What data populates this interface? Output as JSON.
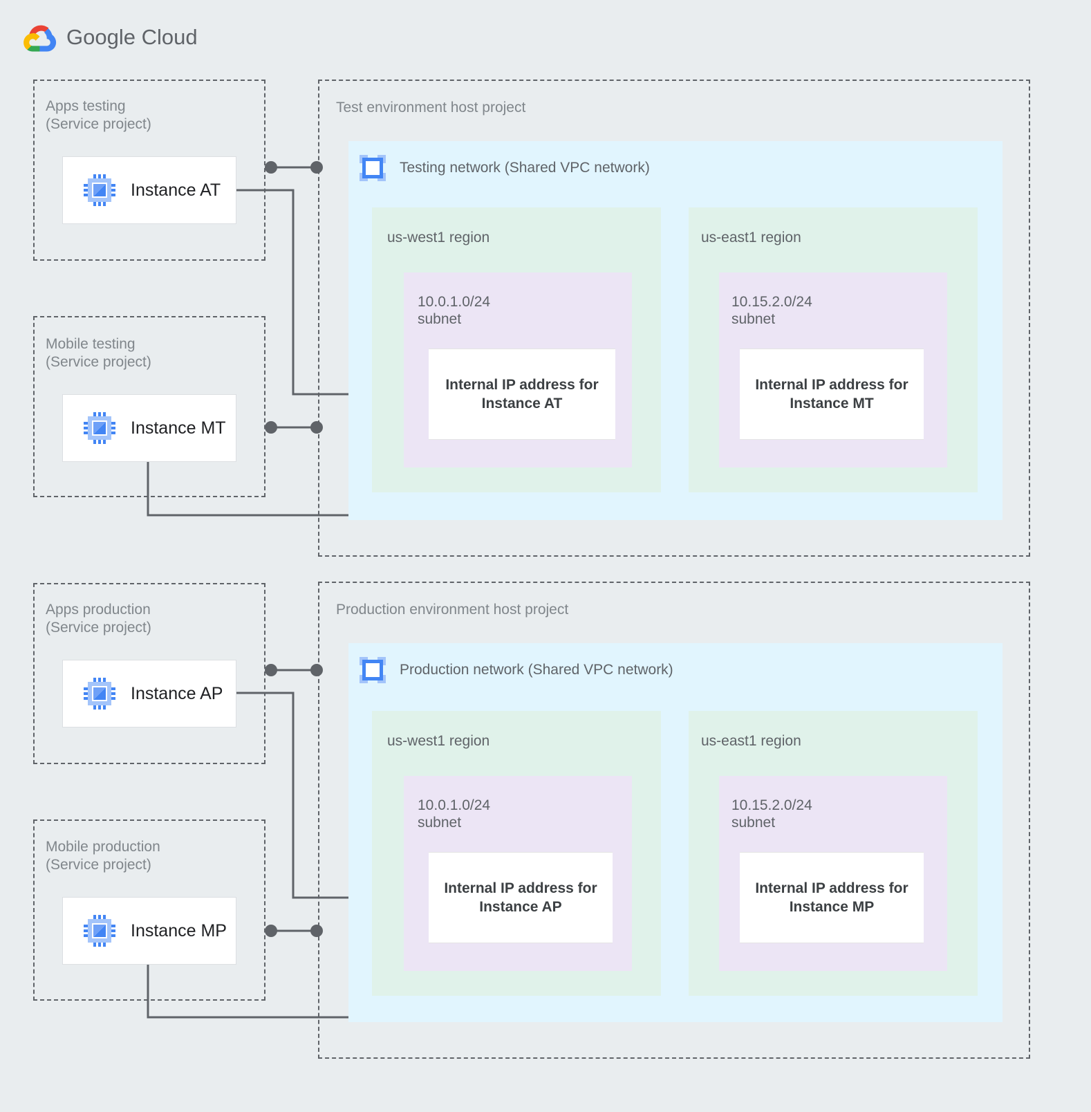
{
  "brand": {
    "name_bold": "Google",
    "name_light": "Cloud",
    "logo_colors": {
      "red": "#ea4335",
      "yellow": "#fbbc04",
      "green": "#34a853",
      "blue": "#4285f4"
    }
  },
  "palette": {
    "background": "#e9edef",
    "vpc_fill": "#e1f5fe",
    "region_fill": "#e0f2ea",
    "subnet_fill": "#ece5f5",
    "card_fill": "#ffffff",
    "line": "#5f6368",
    "label_text": "#80868b",
    "heading_text": "#5f6368",
    "bold_text": "#3c4043",
    "icon_blue": "#4285f4",
    "icon_blue_light": "#a3c4fa"
  },
  "service_projects": [
    {
      "id": "apps-testing",
      "title": "Apps testing\n(Service project)",
      "instance": {
        "name": "Instance AT",
        "icon": "compute-instance-icon"
      }
    },
    {
      "id": "mobile-testing",
      "title": "Mobile testing\n(Service project)",
      "instance": {
        "name": "Instance MT",
        "icon": "compute-instance-icon"
      }
    },
    {
      "id": "apps-production",
      "title": "Apps production\n(Service project)",
      "instance": {
        "name": "Instance AP",
        "icon": "compute-instance-icon"
      }
    },
    {
      "id": "mobile-production",
      "title": "Mobile production\n(Service project)",
      "instance": {
        "name": "Instance MP",
        "icon": "compute-instance-icon"
      }
    }
  ],
  "host_projects": [
    {
      "id": "test-env",
      "title": "Test environment host project",
      "network": {
        "title": "Testing network (Shared VPC network)",
        "icon": "vpc-network-icon"
      },
      "regions": [
        {
          "name": "us-west1 region",
          "subnet": {
            "cidr": "10.0.1.0/24",
            "kind": "subnet",
            "label": "10.0.1.0/24\nsubnet",
            "ip_box": "Internal IP address for\nInstance AT"
          }
        },
        {
          "name": "us-east1 region",
          "subnet": {
            "cidr": "10.15.2.0/24",
            "kind": "subnet",
            "label": "10.15.2.0/24\nsubnet",
            "ip_box": "Internal IP address for\nInstance MT"
          }
        }
      ]
    },
    {
      "id": "prod-env",
      "title": "Production environment host project",
      "network": {
        "title": "Production network (Shared VPC network)",
        "icon": "vpc-network-icon"
      },
      "regions": [
        {
          "name": "us-west1 region",
          "subnet": {
            "cidr": "10.0.1.0/24",
            "kind": "subnet",
            "label": "10.0.1.0/24\nsubnet",
            "ip_box": "Internal IP address for\nInstance AP"
          }
        },
        {
          "name": "us-east1 region",
          "subnet": {
            "cidr": "10.15.2.0/24",
            "kind": "subnet",
            "label": "10.15.2.0/24\nsubnet",
            "ip_box": "Internal IP address for\nInstance MP"
          }
        }
      ]
    }
  ],
  "connections": [
    {
      "id": "at-attachment",
      "from": "apps-testing",
      "to": "test-env",
      "type": "project-attachment"
    },
    {
      "id": "at-ip",
      "from": "Instance AT",
      "to": "Internal IP address for Instance AT",
      "type": "nic"
    },
    {
      "id": "mt-attachment",
      "from": "mobile-testing",
      "to": "test-env",
      "type": "project-attachment"
    },
    {
      "id": "mt-ip",
      "from": "Instance MT",
      "to": "Internal IP address for Instance MT",
      "type": "nic"
    },
    {
      "id": "ap-attachment",
      "from": "apps-production",
      "to": "prod-env",
      "type": "project-attachment"
    },
    {
      "id": "ap-ip",
      "from": "Instance AP",
      "to": "Internal IP address for Instance AP",
      "type": "nic"
    },
    {
      "id": "mp-attachment",
      "from": "mobile-production",
      "to": "prod-env",
      "type": "project-attachment"
    },
    {
      "id": "mp-ip",
      "from": "Instance MP",
      "to": "Internal IP address for Instance MP",
      "type": "nic"
    }
  ]
}
